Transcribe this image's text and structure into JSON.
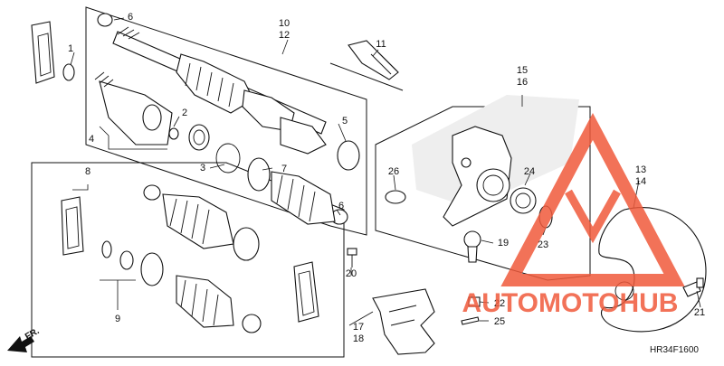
{
  "diagram": {
    "callouts": [
      "1",
      "2",
      "3",
      "4",
      "5",
      "6",
      "6",
      "7",
      "8",
      "9",
      "10",
      "12",
      "11",
      "13",
      "14",
      "15",
      "16",
      "17",
      "18",
      "19",
      "20",
      "21",
      "22",
      "23",
      "24",
      "25",
      "26"
    ],
    "front_marker": "FR.",
    "drawing_code": "HR34F1600"
  },
  "watermark": {
    "text": "AUTOMOTOHUB",
    "color": "#f05a3c"
  }
}
